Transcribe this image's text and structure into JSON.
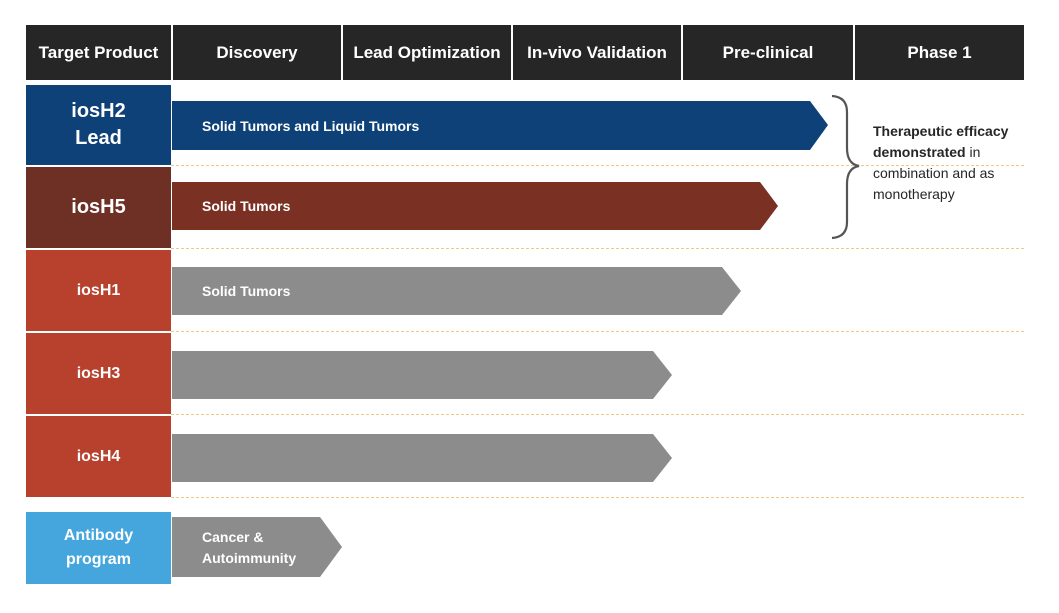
{
  "header": {
    "columns": [
      "Target Product",
      "Discovery",
      "Lead Optimization",
      "In-vivo Validation",
      "Pre-clinical",
      "Phase 1"
    ]
  },
  "rows": [
    {
      "label_line1": "iosH2",
      "label_line2": "Lead",
      "label_color": "#0e4178",
      "bar_color": "#0e4178",
      "bar_label": "Solid Tumors and Liquid Tumors"
    },
    {
      "label_line1": "iosH5",
      "label_line2": "",
      "label_color": "#6e2f25",
      "bar_color": "#7a3124",
      "bar_label": "Solid Tumors"
    },
    {
      "label_line1": "iosH1",
      "label_line2": "",
      "label_color": "#b8412d",
      "bar_color": "#8c8c8c",
      "bar_label": "Solid Tumors"
    },
    {
      "label_line1": "iosH3",
      "label_line2": "",
      "label_color": "#b8412d",
      "bar_color": "#8c8c8c",
      "bar_label": ""
    },
    {
      "label_line1": "iosH4",
      "label_line2": "",
      "label_color": "#b8412d",
      "bar_color": "#8c8c8c",
      "bar_label": ""
    }
  ],
  "antibody": {
    "label_line1": "Antibody",
    "label_line2": "program",
    "label_color": "#44a6dc",
    "bar_color": "#8c8c8c",
    "bar_label_line1": "Cancer &",
    "bar_label_line2": "Autoimmunity"
  },
  "annotation": {
    "bold_text": "Therapeutic efficacy demonstrated",
    "normal_text": " in combination and as monotherapy"
  },
  "colors": {
    "header_bg": "#262626",
    "separator": "#f2c58a",
    "brace": "#555555"
  }
}
